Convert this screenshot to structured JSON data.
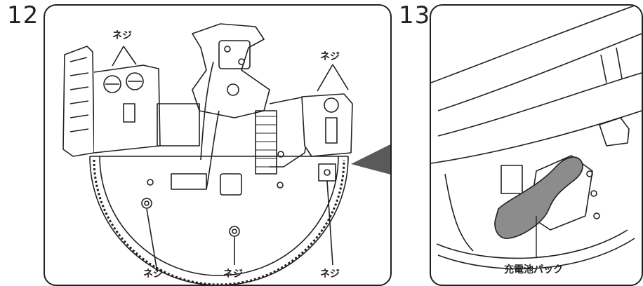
{
  "steps": [
    {
      "number": "12",
      "callouts": {
        "top_left": "ネジ",
        "top_right": "ネジ",
        "bottom_left": "ネジ",
        "bottom_center": "ネジ",
        "bottom_right": "ネジ"
      }
    },
    {
      "number": "13",
      "callouts": {
        "battery": "充電池パック"
      }
    }
  ],
  "colors": {
    "line": "#231f20",
    "battery": "#8c8c8c",
    "pointer": "#5a5a5a"
  }
}
